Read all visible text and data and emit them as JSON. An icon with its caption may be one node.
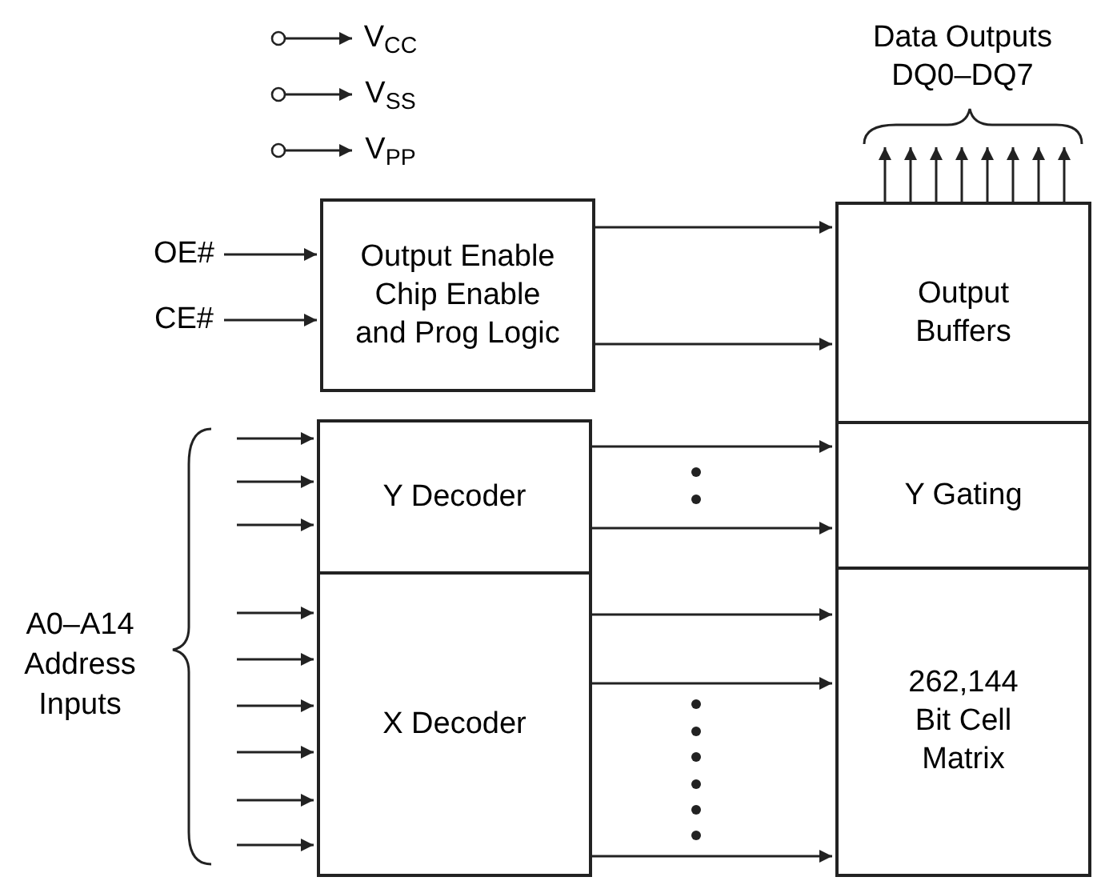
{
  "diagram": {
    "nodes": [
      {
        "text": [
          "V$_{CC}$"
        ]
      },
      {
        "text": [
          "V$_{SS}$"
        ]
      },
      {
        "text": [
          "V$_{PP}$"
        ]
      },
      {
        "text": [
          "OE#"
        ]
      },
      {
        "text": [
          "CE#"
        ]
      },
      {
        "text": [
          "Output Enable Chip Enable and Prog Logic"
        ]
      },
      {
        "text": [
          "Output Buffers"
        ]
      },
      {
        "text": [
          "Y Decoder"
        ]
      },
      {
        "text": [
          "Y Gating"
        ]
      },
      {
        "text": [
          "X Decoder"
        ]
      },
      {
        "text": [
          "262,144 Bit Cell Matrix"
        ]
      },
      {
        "text": [
          "Data Outputs DQ0–DQ7"
        ]
      }
    ],
    "edges": [
      {
        "from": null,
        "to": 0,
        "arrow": "to"
      },
      {
        "from": null,
        "to": 1,
        "arrow": "to"
      },
      {
        "from": null,
        "to": 2,
        "arrow": "to"
      },
      {
        "from": 3,
        "to": 5,
        "arrow": "to"
      },
      {
        "from": 4,
        "to": 5,
        "arrow": "to"
      },
      {
        "from": 5,
        "to": 6,
        "arrow": "to"
      },
      {
        "from": 5,
        "to": 6,
        "arrow": "to"
      },
      {
        "from": 7,
        "to": 8,
        "arrow": "to"
      },
      {
        "from": 7,
        "to": 8,
        "arrow": "to"
      },
      {
        "from": 9,
        "to": 10,
        "arrow": "to"
      },
      {
        "from": 9,
        "to": 10,
        "arrow": "to"
      },
      {
        "from": 9,
        "to": 10,
        "arrow": "to"
      },
      {
        "from": null,
        "to": 7,
        "arrow": "to"
      },
      {
        "from": null,
        "to": 7,
        "arrow": "to"
      },
      {
        "from": null,
        "to": 7,
        "arrow": "to"
      },
      {
        "from": null,
        "to": 9,
        "arrow": "to"
      },
      {
        "from": null,
        "to": 9,
        "arrow": "to"
      },
      {
        "from": null,
        "to": 9,
        "arrow": "to"
      },
      {
        "from": null,
        "to": 9,
        "arrow": "to"
      },
      {
        "from": null,
        "to": 9,
        "arrow": "to"
      },
      {
        "from": null,
        "to": 9,
        "arrow": "to"
      },
      {
        "from": 6,
        "to": 11,
        "arrow": "to"
      },
      {
        "from": 6,
        "to": 11,
        "arrow": "to"
      },
      {
        "from": 6,
        "to": 11,
        "arrow": "to"
      },
      {
        "from": 6,
        "to": 11,
        "arrow": "to"
      },
      {
        "from": 6,
        "to": 11,
        "arrow": "to"
      },
      {
        "from": 6,
        "to": 11,
        "arrow": "to"
      },
      {
        "from": 6,
        "to": 11,
        "arrow": "to"
      },
      {
        "from": 6,
        "to": 11,
        "arrow": "to"
      }
    ],
    "labels": [
      "A0–A14 Address Inputs"
    ]
  }
}
